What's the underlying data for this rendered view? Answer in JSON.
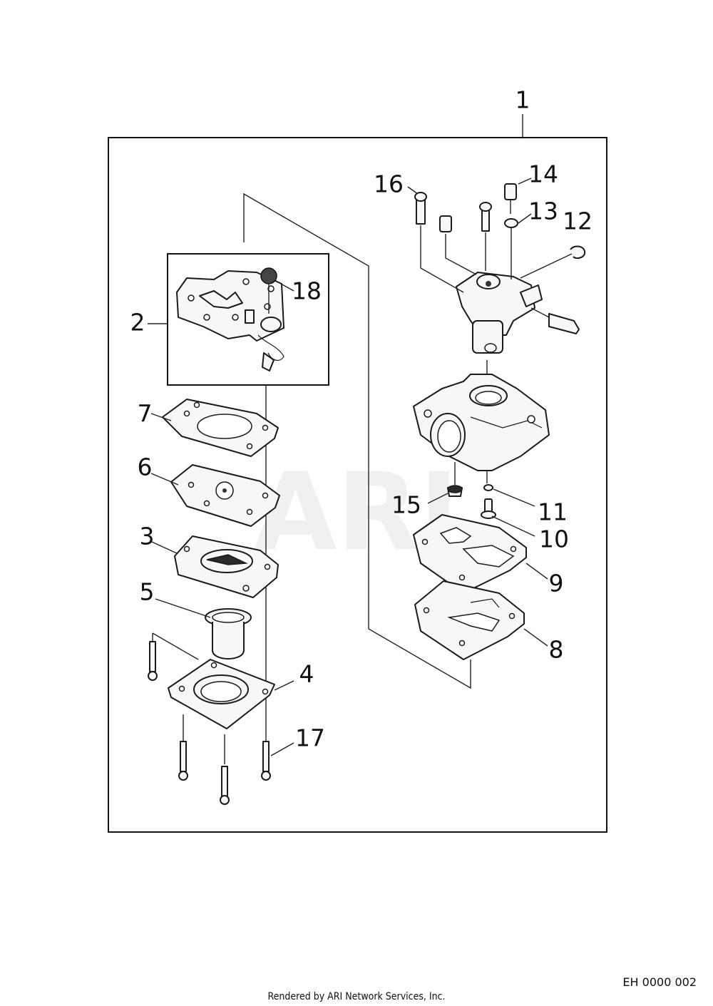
{
  "watermark": "ARI",
  "parts": [
    {
      "id": "p1",
      "label": "1"
    },
    {
      "id": "p2",
      "label": "2"
    },
    {
      "id": "p3",
      "label": "3"
    },
    {
      "id": "p4",
      "label": "4"
    },
    {
      "id": "p5",
      "label": "5"
    },
    {
      "id": "p6",
      "label": "6"
    },
    {
      "id": "p7",
      "label": "7"
    },
    {
      "id": "p8",
      "label": "8"
    },
    {
      "id": "p9",
      "label": "9"
    },
    {
      "id": "p10",
      "label": "10"
    },
    {
      "id": "p11",
      "label": "11"
    },
    {
      "id": "p12",
      "label": "12"
    },
    {
      "id": "p13",
      "label": "13"
    },
    {
      "id": "p14",
      "label": "14"
    },
    {
      "id": "p15",
      "label": "15"
    },
    {
      "id": "p16",
      "label": "16"
    },
    {
      "id": "p17",
      "label": "17"
    },
    {
      "id": "p18",
      "label": "18"
    }
  ],
  "document_code": "EH 0000 002",
  "footer": "Rendered by ARI Network Services, Inc."
}
